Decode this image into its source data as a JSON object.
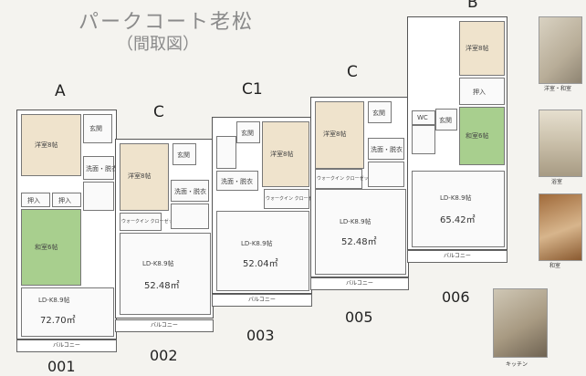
{
  "header": {
    "title": "パークコート老松",
    "subtitle": "（間取図）"
  },
  "types": {
    "a": "A",
    "c1": "C",
    "c2": "C1",
    "c3": "C",
    "b": "B"
  },
  "units": {
    "u001": {
      "number": "001",
      "area": "72.70㎡",
      "ldk": "LD-K8.9帖",
      "balcony": "バルコニー",
      "room_w1": "洋室8帖",
      "room_j": "和室6帖"
    },
    "u002": {
      "number": "002",
      "area": "52.48㎡",
      "ldk": "LD-K8.9帖",
      "balcony": "バルコニー",
      "room_w1": "洋室8帖",
      "closet": "ウォークイン クローゼット"
    },
    "u003": {
      "number": "003",
      "area": "52.04㎡",
      "ldk": "LD-K8.9帖",
      "balcony": "バルコニー",
      "room_w1": "洋室8帖",
      "closet": "ウォークイン クローゼット"
    },
    "u005": {
      "number": "005",
      "area": "52.48㎡",
      "ldk": "LD-K8.9帖",
      "balcony": "バルコニー",
      "room_w1": "洋室8帖",
      "closet": "ウォークイン クローゼット"
    },
    "u006": {
      "number": "006",
      "area": "65.42㎡",
      "ldk": "LD-K8.9帖",
      "balcony": "バルコニー",
      "room_w1": "洋室8帖",
      "room_j": "和室6帖"
    }
  },
  "labels": {
    "entrance": "玄関",
    "storage": "押入",
    "wash": "洗面・脱衣",
    "bath": "浴室",
    "toilet": "WC",
    "kitchen": "キッチン"
  },
  "photos": {
    "p1": "洋室・和室",
    "p2": "浴室",
    "p3": "和室",
    "p4": "キッチン"
  }
}
